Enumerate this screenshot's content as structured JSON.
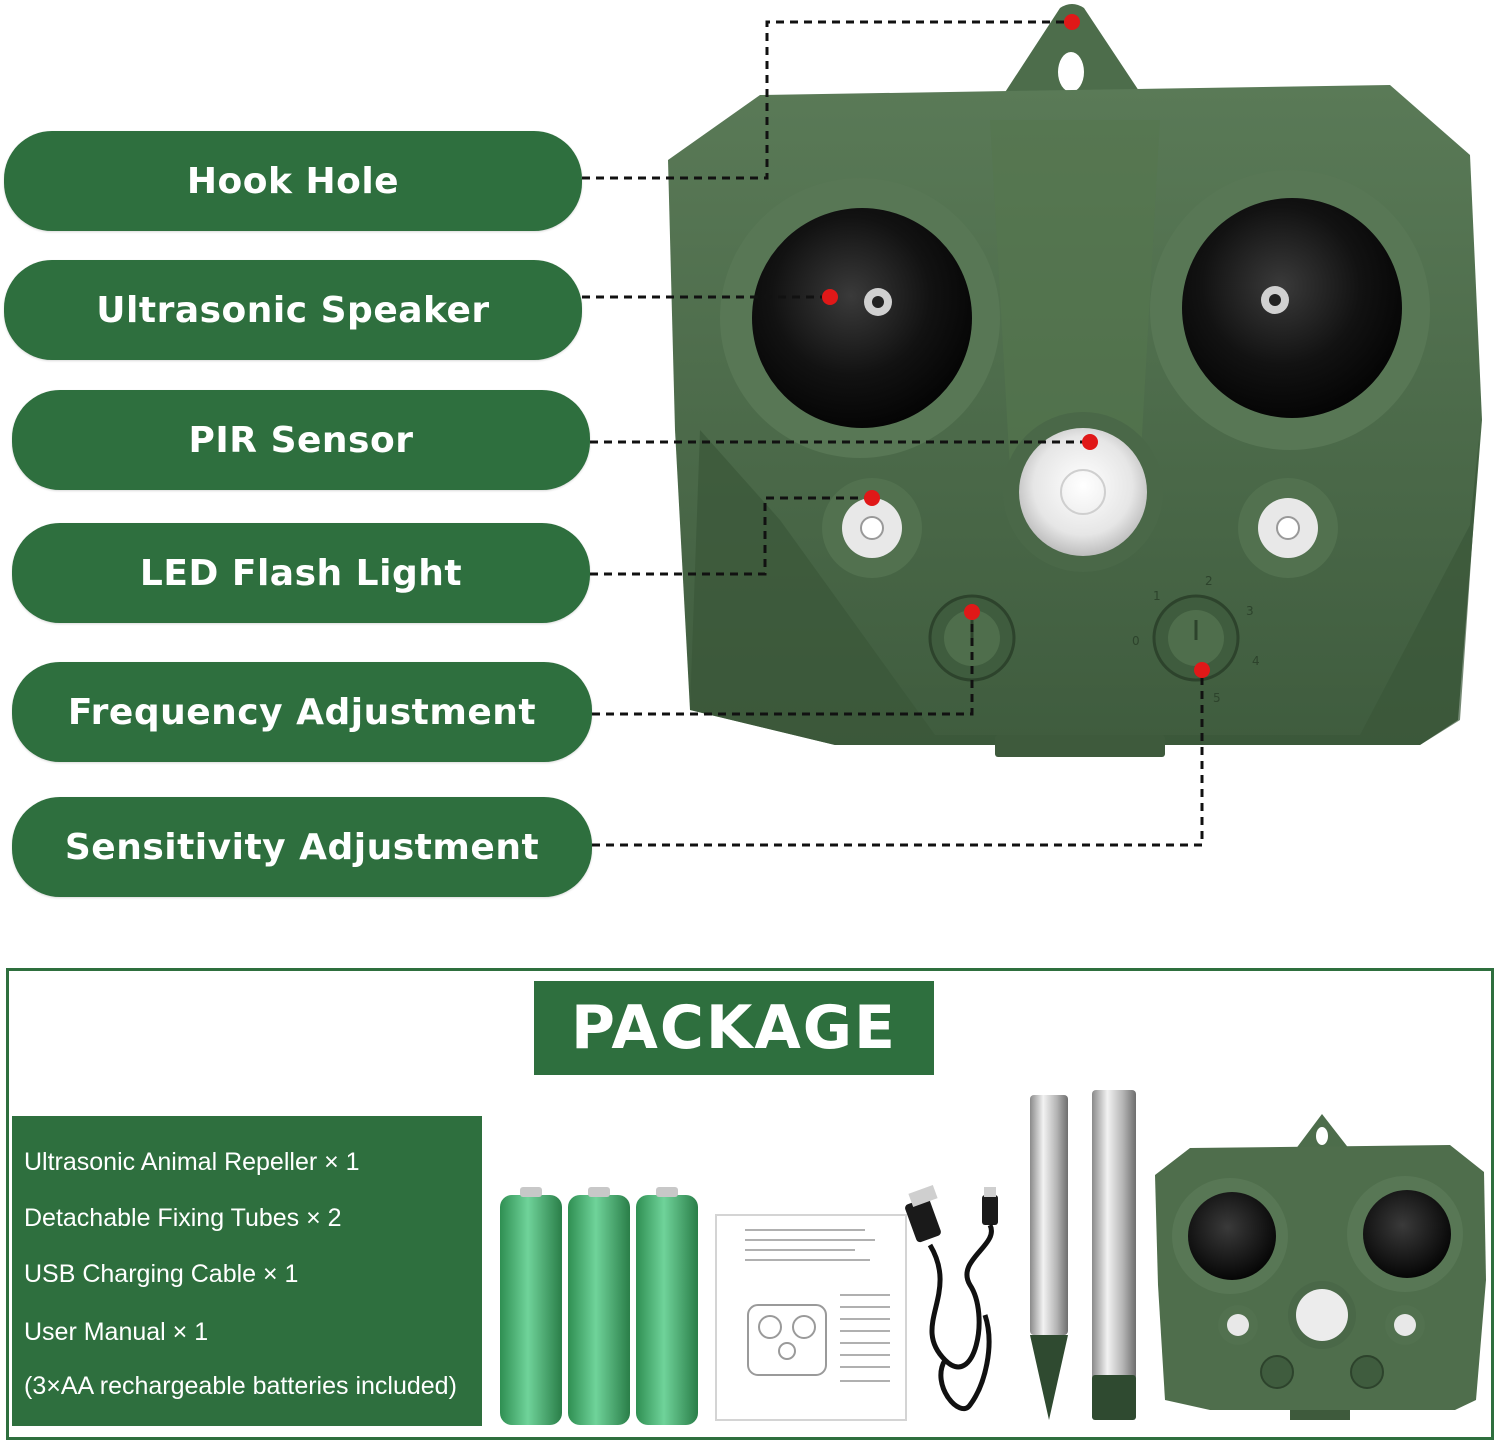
{
  "callouts": [
    {
      "id": "hook-hole",
      "label": "Hook Hole"
    },
    {
      "id": "ultrasonic-speaker",
      "label": "Ultrasonic Speaker"
    },
    {
      "id": "pir-sensor",
      "label": "PIR Sensor"
    },
    {
      "id": "led-flash-light",
      "label": "LED Flash Light"
    },
    {
      "id": "frequency-adjustment",
      "label": "Frequency Adjustment"
    },
    {
      "id": "sensitivity-adjustment",
      "label": "Sensitivity Adjustment"
    }
  ],
  "dial_marks": [
    "0",
    "1",
    "2",
    "3",
    "4",
    "5"
  ],
  "package": {
    "title": "PACKAGE",
    "items": [
      "Ultrasonic Animal Repeller × 1",
      "Detachable Fixing Tubes × 2",
      "USB Charging Cable × 1",
      "User Manual × 1",
      "(3×AA rechargeable batteries included)"
    ]
  },
  "colors": {
    "brand_green": "#2e6f3e",
    "device_green": "#4c6b4a",
    "callout_dot": "#e01818",
    "battery_green": "#3fae6a"
  }
}
